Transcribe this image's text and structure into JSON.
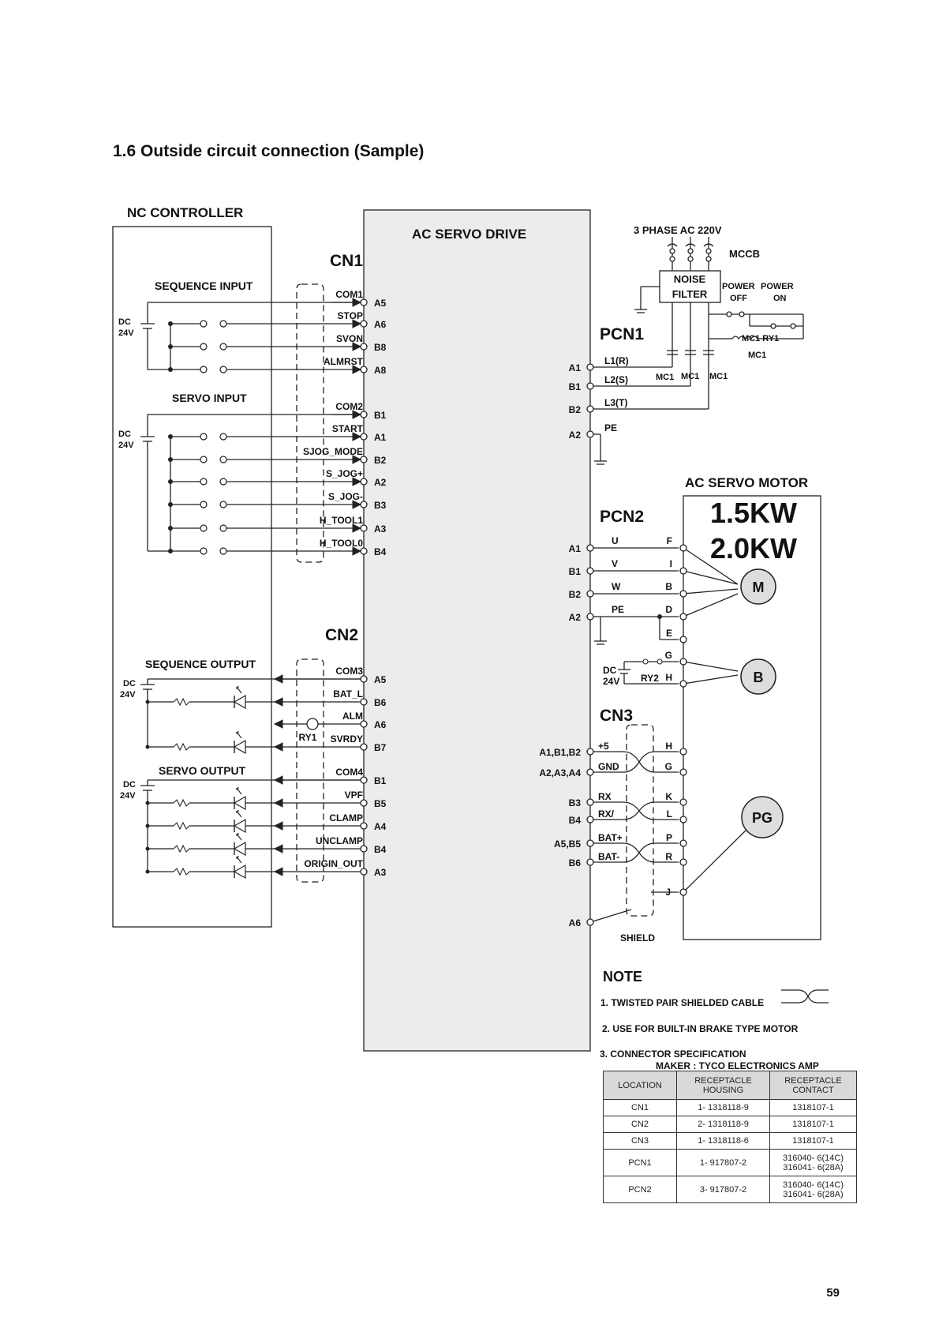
{
  "page": {
    "section_title": "1.6  Outside  circuit  connection  (Sample)",
    "page_number": "59"
  },
  "blocks": {
    "nc_controller": "NC CONTROLLER",
    "drive": "AC SERVO DRIVE",
    "power": "3 PHASE AC 220V",
    "mccb": "MCCB",
    "noise_filter": [
      "NOISE",
      "FILTER"
    ],
    "power_off": [
      "POWER",
      "OFF"
    ],
    "power_on": [
      "POWER",
      "ON"
    ],
    "motor": "AC SERVO MOTOR",
    "motor_power": [
      "1.5KW",
      "2.0KW"
    ],
    "motor_symbol": "M",
    "brake_symbol": "B",
    "encoder_symbol": "PG",
    "shield": "SHIELD"
  },
  "connectors": {
    "cn1": "CN1",
    "cn2": "CN2",
    "cn3": "CN3",
    "pcn1": "PCN1",
    "pcn2": "PCN2"
  },
  "groups": {
    "sequence_input": "SEQUENCE INPUT",
    "servo_input": "SERVO INPUT",
    "sequence_output": "SEQUENCE OUTPUT",
    "servo_output": "SERVO OUTPUT",
    "dc": "DC",
    "v24": "24V"
  },
  "cn1_signals": [
    {
      "name": "COM1",
      "pin": "A5"
    },
    {
      "name": "STOP",
      "pin": "A6"
    },
    {
      "name": "SVON",
      "pin": "B8"
    },
    {
      "name": "ALMRST",
      "pin": "A8"
    },
    {
      "name": "COM2",
      "pin": "B1"
    },
    {
      "name": "START",
      "pin": "A1"
    },
    {
      "name": "SJOG_MODE",
      "pin": "B2"
    },
    {
      "name": "S_JOG+",
      "pin": "A2"
    },
    {
      "name": "S_JOG-",
      "pin": "B3"
    },
    {
      "name": "H_TOOL1",
      "pin": "A3"
    },
    {
      "name": "H_TOOL0",
      "pin": "B4"
    }
  ],
  "cn2_signals": [
    {
      "name": "COM3",
      "pin": "A5"
    },
    {
      "name": "BAT_L",
      "pin": "B6"
    },
    {
      "name": "ALM",
      "pin": "A6"
    },
    {
      "name": "SVRDY",
      "pin": "B7"
    },
    {
      "name": "COM4",
      "pin": "B1"
    },
    {
      "name": "VPF",
      "pin": "B5"
    },
    {
      "name": "CLAMP",
      "pin": "A4"
    },
    {
      "name": "UNCLAMP",
      "pin": "B4"
    },
    {
      "name": "ORIGIN_OUT",
      "pin": "A3"
    }
  ],
  "relay_label": "RY1",
  "pcn1_terminals": [
    {
      "pin": "A1",
      "label": "L1(R)"
    },
    {
      "pin": "B1",
      "label": "L2(S)"
    },
    {
      "pin": "B2",
      "label": "L3(T)"
    },
    {
      "pin": "A2",
      "label": "PE"
    }
  ],
  "contactors": {
    "mc1": "MC1",
    "mc1_ry1": "MC1 RY1"
  },
  "pcn2_terminals": [
    {
      "pin": "A1",
      "label": "U",
      "motor_pin": "F"
    },
    {
      "pin": "B1",
      "label": "V",
      "motor_pin": "I"
    },
    {
      "pin": "B2",
      "label": "W",
      "motor_pin": "B"
    },
    {
      "pin": "A2",
      "label": "PE",
      "motor_pin": "D"
    }
  ],
  "motor_pin_e": "E",
  "brake": {
    "dc": "DC",
    "v24": "24V",
    "relay": "RY2",
    "pin_g": "G",
    "pin_h": "H"
  },
  "cn3_terminals": [
    {
      "pin": "A1,B1,B2",
      "label": "+5",
      "enc_pin": "H"
    },
    {
      "pin": "A2,A3,A4",
      "label": "GND",
      "enc_pin": "G"
    },
    {
      "pin": "B3",
      "label": "RX",
      "enc_pin": "K"
    },
    {
      "pin": "B4",
      "label": "RX/",
      "enc_pin": "L"
    },
    {
      "pin": "A5,B5",
      "label": "BAT+",
      "enc_pin": "P"
    },
    {
      "pin": "B6",
      "label": "BAT-",
      "enc_pin": "R"
    }
  ],
  "cn3_shield": {
    "pin": "A6",
    "enc_pin": "J"
  },
  "notes": {
    "title": "NOTE",
    "items": [
      "1. TWISTED PAIR SHIELDED CABLE",
      "2. USE FOR BUILT-IN BRAKE TYPE MOTOR",
      "3. CONNECTOR SPECIFICATION"
    ],
    "maker": "MAKER : TYCO ELECTRONICS AMP"
  },
  "spec_table": {
    "headers": [
      "LOCATION",
      "RECEPTACLE\nHOUSING",
      "RECEPTACLE\nCONTACT"
    ],
    "rows": [
      {
        "location": "CN1",
        "housing": "1- 1318118-9",
        "contact": "1318107-1"
      },
      {
        "location": "CN2",
        "housing": "2- 1318118-9",
        "contact": "1318107-1"
      },
      {
        "location": "CN3",
        "housing": "1- 1318118-6",
        "contact": "1318107-1"
      },
      {
        "location": "PCN1",
        "housing": "1- 917807-2",
        "contact": "316040- 6(14C)\n316041- 6(28A)"
      },
      {
        "location": "PCN2",
        "housing": "3- 917807-2",
        "contact": "316040- 6(14C)\n316041- 6(28A)"
      }
    ]
  }
}
